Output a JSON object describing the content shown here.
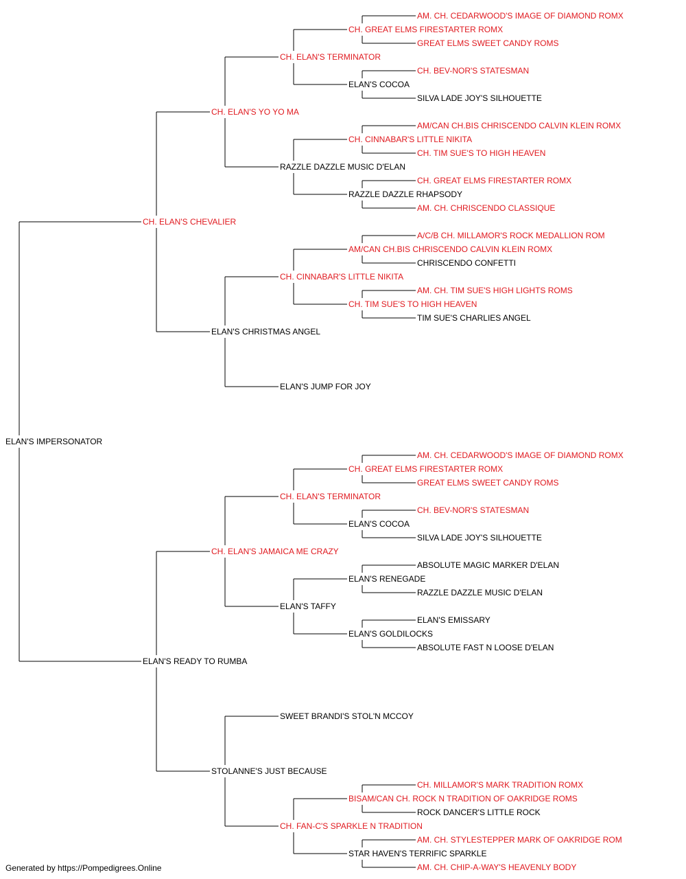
{
  "colors": {
    "champion": "#e0191f",
    "normal": "#000000",
    "line": "#000000"
  },
  "footer": "Generated by https://Pompedigrees.Online",
  "root": {
    "name": "ELAN'S IMPERSONATOR",
    "champion": false,
    "sire": {
      "name": "CH. ELAN'S CHEVALIER",
      "champion": true,
      "sire": {
        "name": "CH. ELAN'S YO YO MA",
        "champion": true,
        "sire": {
          "name": "CH. ELAN'S TERMINATOR",
          "champion": true,
          "sire": {
            "name": "CH. GREAT ELMS FIRESTARTER ROMX",
            "champion": true,
            "sire": {
              "name": "AM. CH. CEDARWOOD'S IMAGE OF DIAMOND ROMX",
              "champion": true
            },
            "dam": {
              "name": "GREAT ELMS SWEET CANDY ROMS",
              "champion": true
            }
          },
          "dam": {
            "name": "ELAN'S COCOA",
            "champion": false,
            "sire": {
              "name": "CH. BEV-NOR'S STATESMAN",
              "champion": true
            },
            "dam": {
              "name": "SILVA LADE JOY'S SILHOUETTE",
              "champion": false
            }
          }
        },
        "dam": {
          "name": "RAZZLE DAZZLE MUSIC D'ELAN",
          "champion": false,
          "sire": {
            "name": "CH. CINNABAR'S LITTLE NIKITA",
            "champion": true,
            "sire": {
              "name": "AM/CAN CH.BIS CHRISCENDO CALVIN KLEIN ROMX",
              "champion": true
            },
            "dam": {
              "name": "CH. TIM SUE'S TO HIGH HEAVEN",
              "champion": true
            }
          },
          "dam": {
            "name": "RAZZLE DAZZLE RHAPSODY",
            "champion": false,
            "sire": {
              "name": "CH. GREAT ELMS FIRESTARTER ROMX",
              "champion": true
            },
            "dam": {
              "name": "AM. CH. CHRISCENDO CLASSIQUE",
              "champion": true
            }
          }
        }
      },
      "dam": {
        "name": "ELAN'S CHRISTMAS ANGEL",
        "champion": false,
        "sire": {
          "name": "CH. CINNABAR'S LITTLE NIKITA",
          "champion": true,
          "sire": {
            "name": "AM/CAN CH.BIS CHRISCENDO CALVIN KLEIN ROMX",
            "champion": true,
            "sire": {
              "name": "A/C/B CH. MILLAMOR'S ROCK MEDALLION ROM",
              "champion": true
            },
            "dam": {
              "name": "CHRISCENDO CONFETTI",
              "champion": false
            }
          },
          "dam": {
            "name": "CH. TIM SUE'S TO HIGH HEAVEN",
            "champion": true,
            "sire": {
              "name": "AM. CH. TIM SUE'S HIGH LIGHTS ROMS",
              "champion": true
            },
            "dam": {
              "name": "TIM SUE'S CHARLIES ANGEL",
              "champion": false
            }
          }
        },
        "dam": {
          "name": "ELAN'S JUMP FOR JOY",
          "champion": false
        }
      }
    },
    "dam": {
      "name": "ELAN'S READY TO RUMBA",
      "champion": false,
      "sire": {
        "name": "CH. ELAN'S JAMAICA ME CRAZY",
        "champion": true,
        "sire": {
          "name": "CH. ELAN'S TERMINATOR",
          "champion": true,
          "sire": {
            "name": "CH. GREAT ELMS FIRESTARTER ROMX",
            "champion": true,
            "sire": {
              "name": "AM. CH. CEDARWOOD'S IMAGE OF DIAMOND ROMX",
              "champion": true
            },
            "dam": {
              "name": "GREAT ELMS SWEET CANDY ROMS",
              "champion": true
            }
          },
          "dam": {
            "name": "ELAN'S COCOA",
            "champion": false,
            "sire": {
              "name": "CH. BEV-NOR'S STATESMAN",
              "champion": true
            },
            "dam": {
              "name": "SILVA LADE JOY'S SILHOUETTE",
              "champion": false
            }
          }
        },
        "dam": {
          "name": "ELAN'S TAFFY",
          "champion": false,
          "sire": {
            "name": "ELAN'S RENEGADE",
            "champion": false,
            "sire": {
              "name": "ABSOLUTE MAGIC MARKER D'ELAN",
              "champion": false
            },
            "dam": {
              "name": "RAZZLE DAZZLE MUSIC D'ELAN",
              "champion": false
            }
          },
          "dam": {
            "name": "ELAN'S GOLDILOCKS",
            "champion": false,
            "sire": {
              "name": "ELAN'S EMISSARY",
              "champion": false
            },
            "dam": {
              "name": "ABSOLUTE FAST N LOOSE D'ELAN",
              "champion": false
            }
          }
        }
      },
      "dam": {
        "name": "STOLANNE'S JUST BECAUSE",
        "champion": false,
        "sire": {
          "name": "SWEET BRANDI'S STOL'N MCCOY",
          "champion": false
        },
        "dam": {
          "name": "CH. FAN-C'S SPARKLE N TRADITION",
          "champion": true,
          "sire": {
            "name": "BISAM/CAN CH. ROCK N TRADITION OF OAKRIDGE ROMS",
            "champion": true,
            "sire": {
              "name": "CH. MILLAMOR'S MARK TRADITION ROMX",
              "champion": true
            },
            "dam": {
              "name": "ROCK DANCER'S LITTLE ROCK",
              "champion": false
            }
          },
          "dam": {
            "name": "STAR HAVEN'S TERRIFIC SPARKLE",
            "champion": false,
            "sire": {
              "name": "AM. CH. STYLESTEPPER MARK OF OAKRIDGE ROM",
              "champion": true
            },
            "dam": {
              "name": "AM. CH. CHIP-A-WAY'S HEAVENLY BODY",
              "champion": true
            }
          }
        }
      }
    }
  }
}
